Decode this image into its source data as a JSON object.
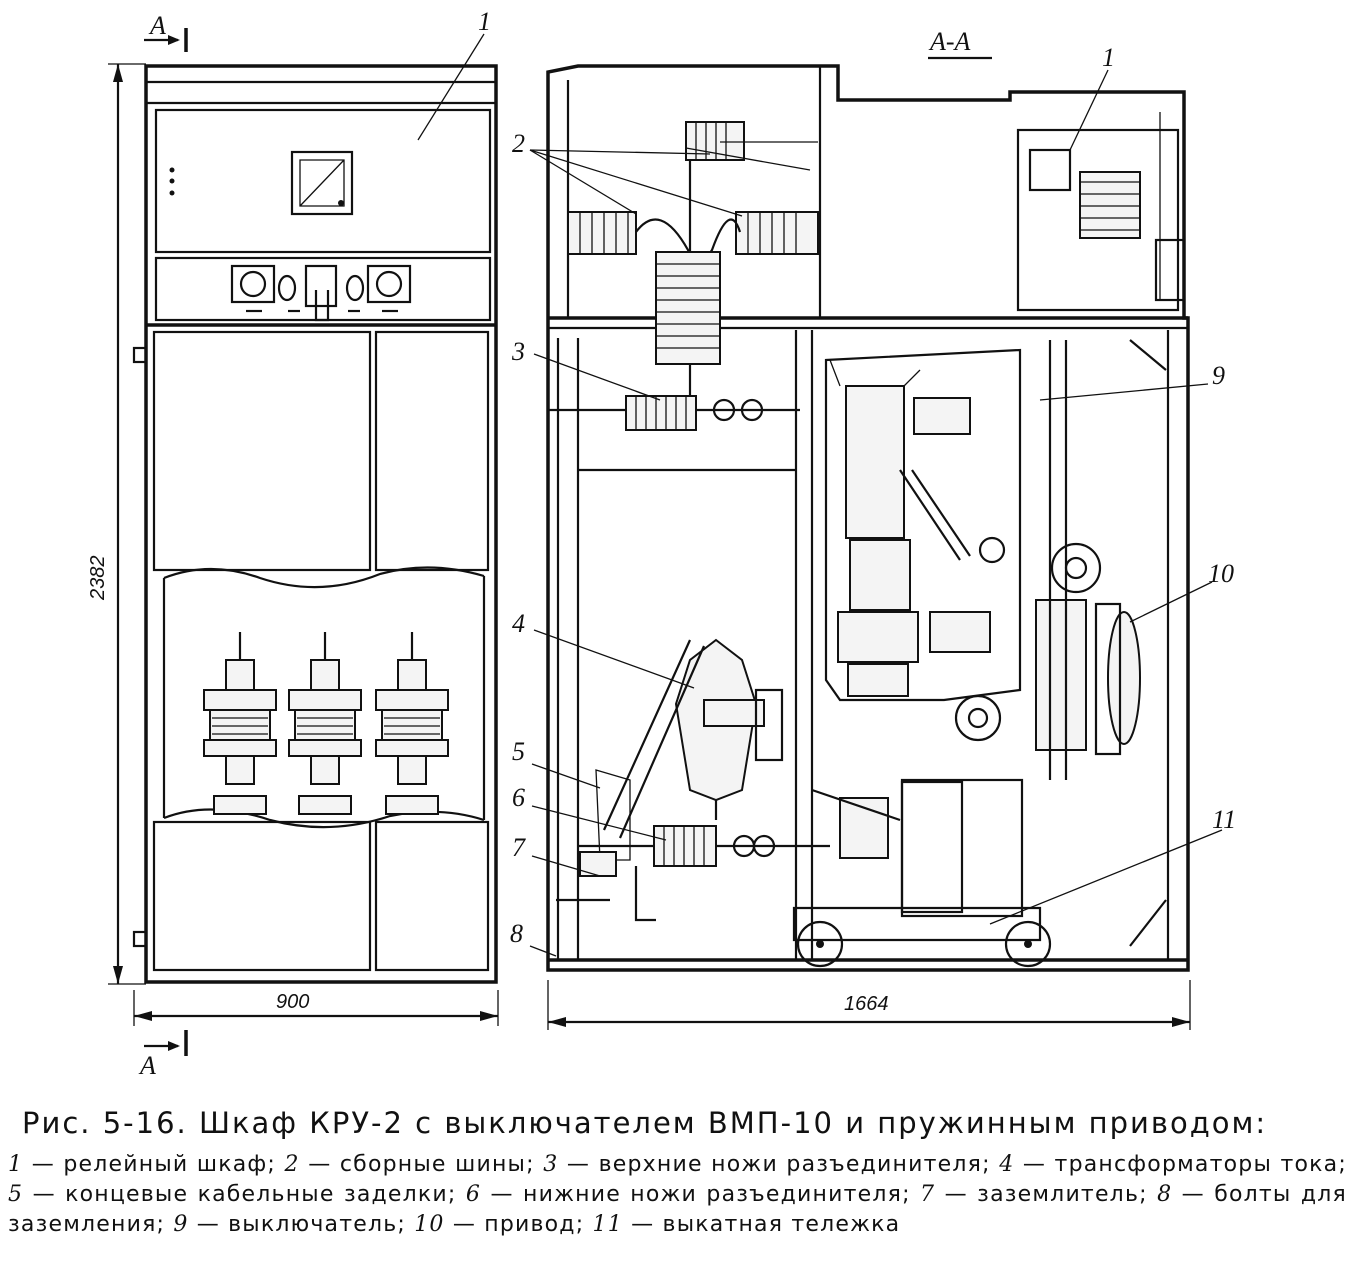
{
  "section_marks": {
    "a_top": "А",
    "a_bottom": "А",
    "section_title": "А-А"
  },
  "dimensions": {
    "height": "2382",
    "width_front": "900",
    "width_side": "1664"
  },
  "callouts": {
    "front_1": "1",
    "side_1": "1",
    "n2": "2",
    "n3": "3",
    "n4": "4",
    "n5": "5",
    "n6": "6",
    "n7": "7",
    "n8": "8",
    "n9": "9",
    "n10": "10",
    "n11": "11"
  },
  "caption": {
    "title": "Рис. 5-16. Шкаф КРУ-2 с выключателем ВМП-10 и пружинным приводом:",
    "items": [
      {
        "num": "1",
        "text": "— релейный шкаф;"
      },
      {
        "num": "2",
        "text": "— сборные шины;"
      },
      {
        "num": "3",
        "text": "— верхние ножи разъединителя;"
      },
      {
        "num": "4",
        "text": "— трансформаторы тока;"
      },
      {
        "num": "5",
        "text": "— концевые кабельные заделки;"
      },
      {
        "num": "6",
        "text": "— нижние ножи разъединителя;"
      },
      {
        "num": "7",
        "text": "— заземлитель;"
      },
      {
        "num": "8",
        "text": "— болты для заземления;"
      },
      {
        "num": "9",
        "text": "— выключатель;"
      },
      {
        "num": "10",
        "text": "— привод;"
      },
      {
        "num": "11",
        "text": "— выкатная тележка"
      }
    ]
  }
}
